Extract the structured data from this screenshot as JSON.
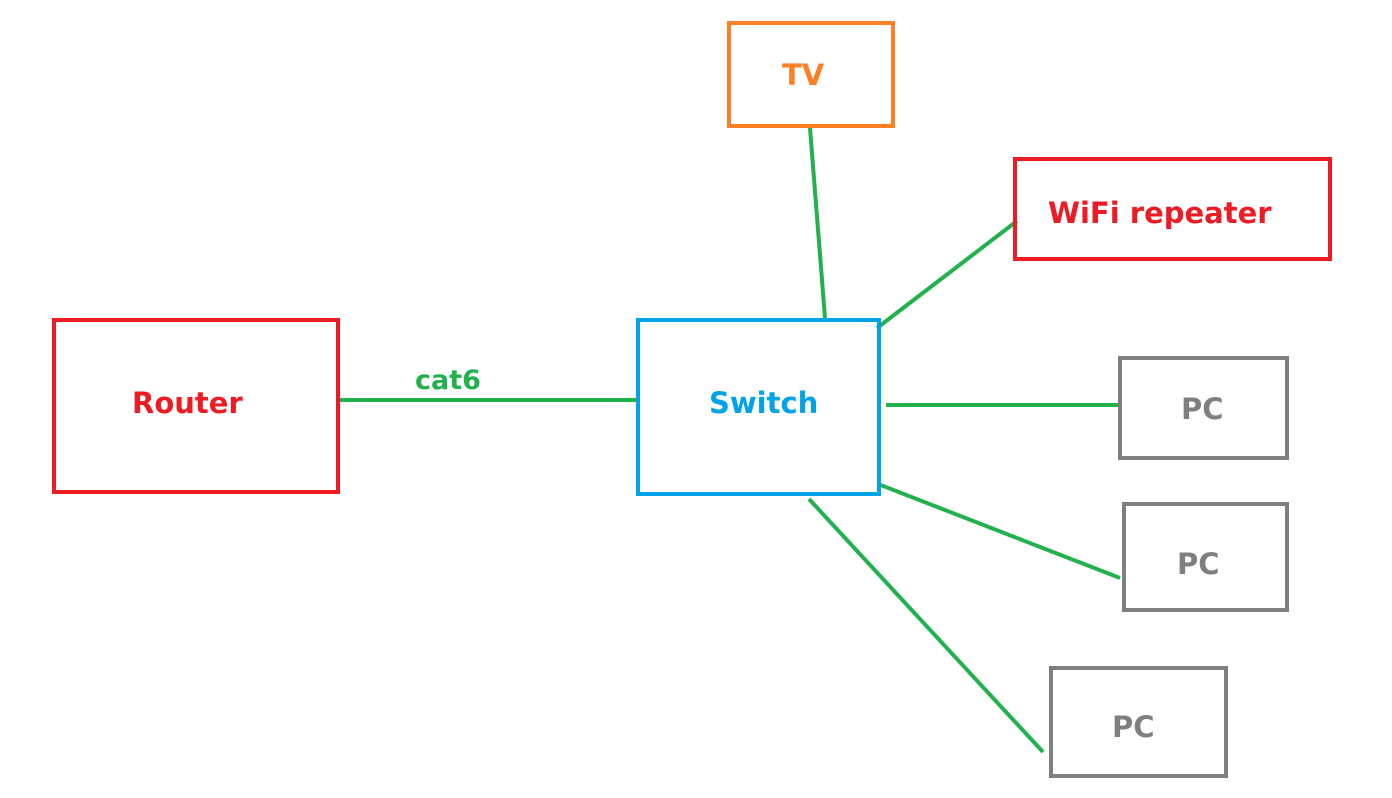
{
  "colors": {
    "link": "#22b14c",
    "router": "#ed1c24",
    "wifi_repeater": "#ed1c24",
    "switch": "#00a2e8",
    "tv": "#ff7f27",
    "pc": "#7f7f7f"
  },
  "nodes": {
    "tv": {
      "label": "TV"
    },
    "wifi_repeater": {
      "label": "WiFi repeater"
    },
    "router": {
      "label": "Router"
    },
    "switch": {
      "label": "Switch"
    },
    "pc1": {
      "label": "PC"
    },
    "pc2": {
      "label": "PC"
    },
    "pc3": {
      "label": "PC"
    }
  },
  "links": [
    {
      "from": "router",
      "to": "switch",
      "label": "cat6"
    },
    {
      "from": "switch",
      "to": "tv",
      "label": ""
    },
    {
      "from": "switch",
      "to": "wifi_repeater",
      "label": ""
    },
    {
      "from": "switch",
      "to": "pc1",
      "label": ""
    },
    {
      "from": "switch",
      "to": "pc2",
      "label": ""
    },
    {
      "from": "switch",
      "to": "pc3",
      "label": ""
    }
  ]
}
